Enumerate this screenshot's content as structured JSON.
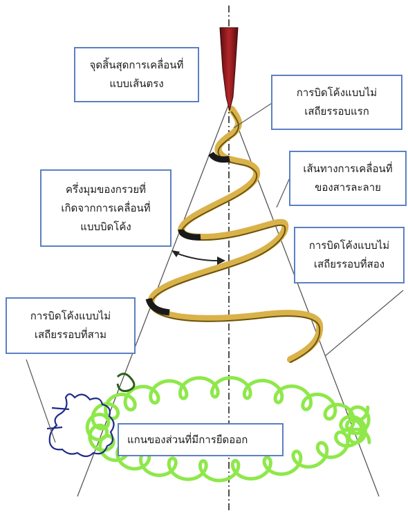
{
  "diagram": {
    "labels": {
      "end_of_straight_motion": [
        "จุดสิ้นสุดการเคลื่อนที่",
        "แบบเส้นตรง"
      ],
      "first_unstable_bend": [
        "การบิดโค้งแบบไม่",
        "เสถียรรอบแรก"
      ],
      "solution_path": [
        "เส้นทางการเคลื่อนที่",
        "ของสารละลาย"
      ],
      "cone_half_angle": [
        "ครึ่งมุมของกรวยที่",
        "เกิดจากการเคลื่อนที่",
        "แบบบิดโค้ง"
      ],
      "second_unstable_bend": [
        "การบิดโค้งแบบไม่",
        "เสถียรรอบที่สอง"
      ],
      "third_unstable_bend": [
        "การบิดโค้งแบบไม่",
        "เสถียรรอบที่สาม"
      ],
      "elongation_axis": "แกนของส่วนที่มีการยืดออก"
    },
    "colors": {
      "box_border": "#5b7fc3",
      "jet": "#8b1a1a",
      "spiral_gold": "#d9b24a",
      "spiral_dark": "#6b5310",
      "green_loop": "#8ee84a",
      "blue_loop": "#1f2a8a",
      "guide_line": "#555555"
    }
  }
}
